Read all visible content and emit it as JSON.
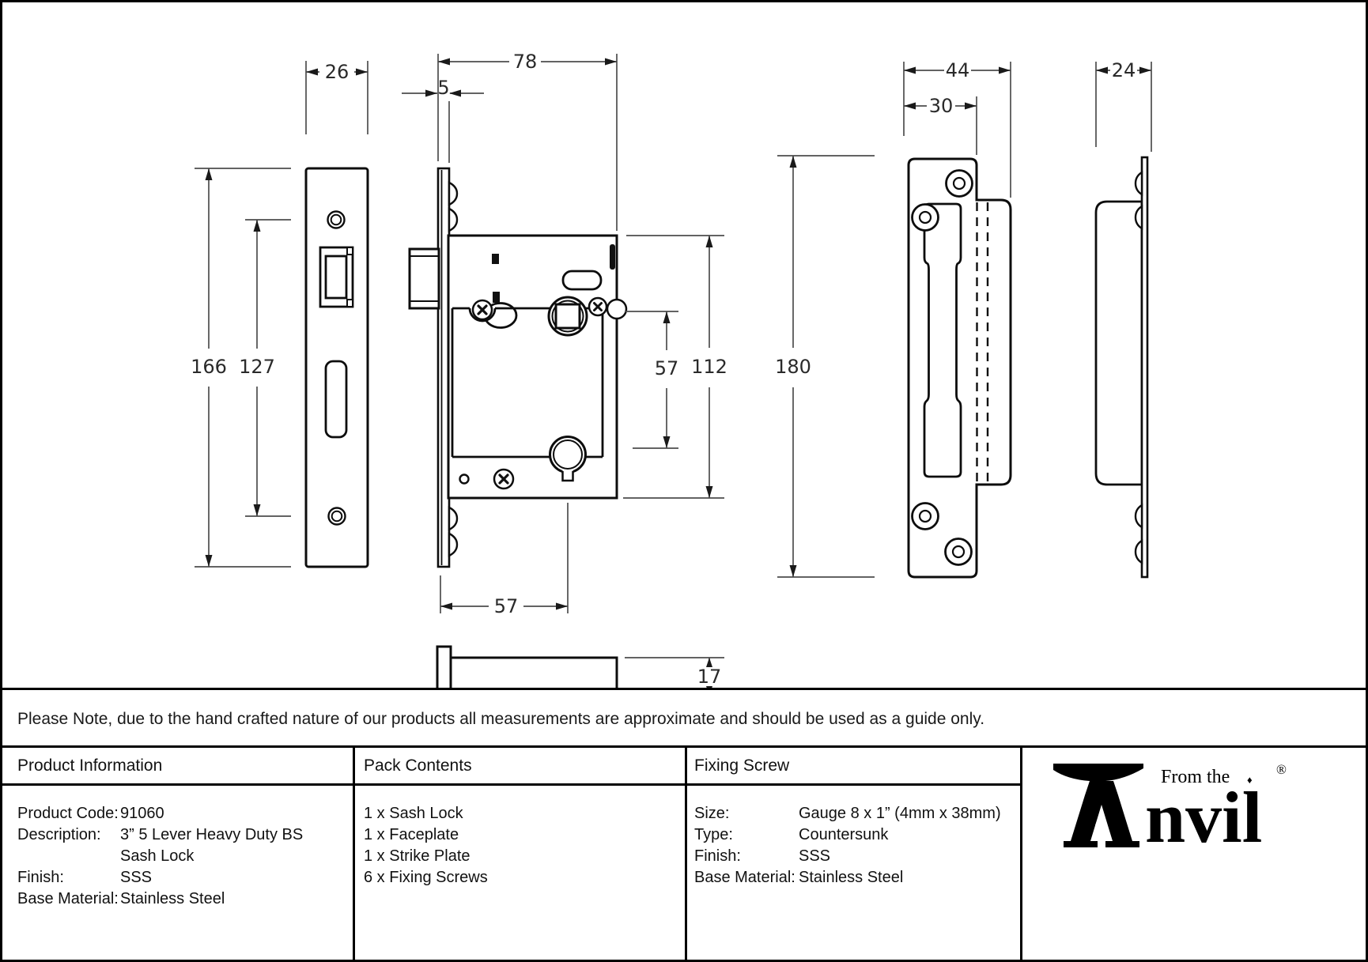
{
  "colors": {
    "ink": "#000000",
    "dim_line": "#4d4d4d",
    "background": "#ffffff"
  },
  "drawing": {
    "dims": {
      "faceplate_width": "26",
      "case_width": "78",
      "faceplate_thickness": "5",
      "faceplate_height": "166",
      "faceplate_hole_centres": "127",
      "case_height": "112",
      "follower_to_keyhole": "57",
      "backset": "57",
      "case_thickness": "17",
      "strike_overall_width": "44",
      "strike_plate_width": "30",
      "strike_height": "180",
      "strike_side_width": "24"
    }
  },
  "note": {
    "text": "Please Note, due to the hand crafted nature of our products all measurements are approximate and should be used as a guide only."
  },
  "table": {
    "product_information": {
      "header": "Product Information",
      "rows": [
        {
          "label": "Product Code:",
          "value": "91060"
        },
        {
          "label": "Description:",
          "value": "3” 5 Lever Heavy Duty BS"
        },
        {
          "label": "",
          "value": "Sash Lock"
        },
        {
          "label": "Finish:",
          "value": "SSS"
        },
        {
          "label": "Base Material:",
          "value": "Stainless Steel"
        }
      ]
    },
    "pack_contents": {
      "header": "Pack Contents",
      "items": [
        "1 x Sash Lock",
        "1 x Faceplate",
        "1 x Strike Plate",
        "6 x Fixing Screws"
      ]
    },
    "fixing_screw": {
      "header": "Fixing Screw",
      "rows": [
        {
          "label": "Size:",
          "value": "Gauge 8 x 1” (4mm x 38mm)"
        },
        {
          "label": "Type:",
          "value": "Countersunk"
        },
        {
          "label": "Finish:",
          "value": "SSS"
        },
        {
          "label": "Base Material:",
          "value": "Stainless Steel"
        }
      ]
    }
  },
  "logo": {
    "icon": "anvil-icon",
    "from_the": "From the",
    "wordmark": "nvil",
    "diamond": "♦",
    "registered": "®"
  }
}
